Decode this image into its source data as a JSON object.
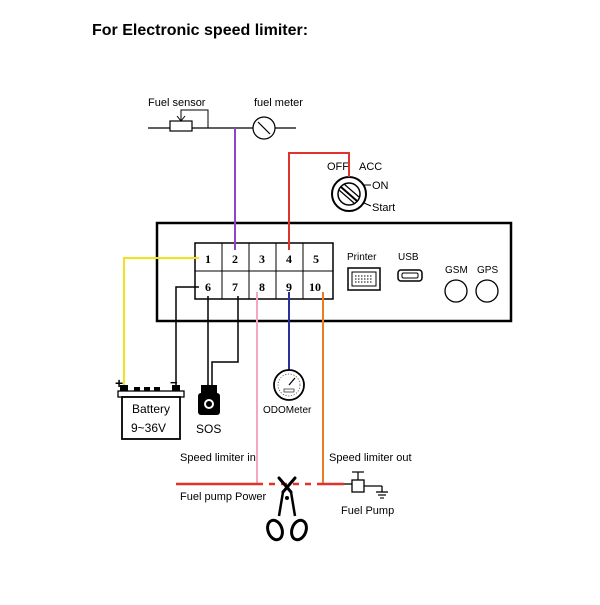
{
  "title": "For Electronic speed limiter:",
  "top_line": {
    "fuel_sensor": "Fuel sensor",
    "fuel_meter": "fuel meter"
  },
  "ignition": {
    "off": "OFF",
    "acc": "ACC",
    "on": "ON",
    "start": "Start"
  },
  "device": {
    "pins_top": [
      "1",
      "2",
      "3",
      "4",
      "5"
    ],
    "pins_bottom": [
      "6",
      "7",
      "8",
      "9",
      "10"
    ],
    "printer": "Printer",
    "usb": "USB",
    "gsm": "GSM",
    "gps": "GPS"
  },
  "battery": {
    "plus": "+",
    "minus": "−",
    "label": "Battery",
    "voltage": "9~36V"
  },
  "sos": "SOS",
  "odometer": "ODOMeter",
  "speed_limiter_in": "Speed limiter in",
  "speed_limiter_out": "Speed limiter out",
  "fuel_pump_power": "Fuel pump Power",
  "fuel_pump": "Fuel Pump",
  "wire_colors": {
    "pin1_yellow": "#f2e21b",
    "pin2_purple": "#8f45c9",
    "pin4_red": "#e0332b",
    "pin8_pink": "#f4a7c1",
    "pin9_blue": "#2b2f9c",
    "pin10_orange": "#f07a24",
    "fuel_power_red": "#e0332b"
  }
}
